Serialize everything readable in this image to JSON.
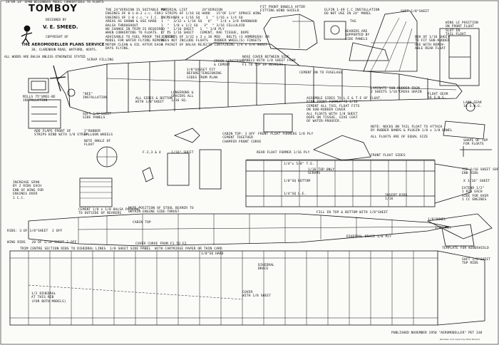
{
  "header": {
    "title": "TOMBOY",
    "span_note": "24\"OR 14\" SPAN BEGINNERS MODEL CONVERTIBLE TO FLOATS",
    "designed_by_label": "DESIGNED BY",
    "designer": "V. E. SMEED.",
    "copyright": "COPYRIGHT OF",
    "plans_service": "THE AEROMODELLER PLANS SERVICE",
    "address": "38, CLARENDON ROAD, WATFORD, HERTS.",
    "note_woods": "ALL WOODS ARE BALSA UNLESS OTHERWISE STATED"
  },
  "notes": {
    "version": "THE 24\"VERSION IS SUITABLE FOR\nENGINES OF 0·1-0·2 c.c. FOR\nENGINES OF 1·0 c.c.'s I.C. INCREASE\nAREAS AS SHOWN & USE HARD\nBALSA THROUGHOUT\nNO CHANGE IN TRIM IS REQUIRED\nWHEN CONVERTING TO FLOATS. IT IS\nADVISABLE TO FUEL PROOF THE ENTIRE\nMODEL FOR WATER FLYING REMOVE\nMOTOR CLEAN & OIL AFTER EACH\nDAYS FLYING.",
    "materials": "MATERIAL LIST       24\"VERSION\n3 STRIPS OF 1/16 SQ HARD   15\"OF 1/4\" SPRUCE WING\n1  \"  1/8 x 1/16 SQ   1  \" 1/16 x 1/4 SQ\n1  \"  3/32 x 1/16 SQ   6\"  \" 1/4 x 3/8 HARDWOOD\n1  \"  1/8 x 1/2 SQ   3\"  \" 3/16 CELLULOID\n1  \"  1/16 SHEET   1  \" 1/8 PLY\n1  \"  1/16 SHEET   CEMENT, RAE TISSUE, DOPE\n2 SHEETS OF 3/32 x 3 x 36 MED   BOLTS (3 ARMBRUSH) OR\nDOES NOT INCLUDE FLOATS   RUBBER WHEEL(S) FINSETS\nA PACKET OF BALSA REJECTS CONTAINING 1/4 x 1/4 SHEET",
    "float_note": "FIT FRONT DOWELS AFTER\nFITTING WIND SHIELD.",
    "elfin_note": "ELFIN 1·49 C.C INSTALLATION\nDO NOT USE IN 24\" MODEL",
    "tag": "TAG",
    "bearers": "BEARERS ARE\nSUPPORTED BY\nSIDE PANELS",
    "nose_cover": "NOSE COVER BETWEEN SIDE\nPANELS WITH 1/8 SHEET FROM\nF1 TO TOP OF BEARERS.",
    "cement": "CEMENT ON TO FUSELAGE",
    "rudder": "LAMINATE SUB RUDDER FROM\n2 SHEETS 1/16\"CROSS GRAIN",
    "soft_sheet": "SOFT 1/8\"SHEET",
    "box_fin": "BOX OF 1/16 SHEET\nTO FIT SUB-RUDDER\nUSE WITH REMOV-\nABLE REAR FLOAT",
    "wing_pos": "WING LE POSITION\nON FRONT FLOAT\nSLOT IN\nTAIL FLOAT",
    "assemble": "ASSEMBLE SIDES TO L.E & T.E OF FLOAT.\nBIND FRONT FORMER TO 1/16\nCEMENT ALL TAIL FLOAT FITS\nON SUB-RUDDER COVER\nALL FLOATS WITH 1/8 SHEET\nDOPE ON TISSUE, GIVE COAT\nOF WATER-PROOFER.",
    "notches": "NOTE: NOCKS ON TAIL FLOAT TO ATTACH\nBY RUBBER BANDS & PLUGIN 1/8 x 1/8 DOWEL",
    "floats_equal": "ALL FLOATS ARE OF EQUAL SIZE",
    "float_gear": "FLOAT GEAR\n16 S.W.G.",
    "land_gear": "LAND GEAR\n16 S.W.G.",
    "tail_float": "SHAPE OF TOP\nFOR FLOATS",
    "crack": "CRACK LONGERONS\n& CEMENT",
    "gusset": "1/8\"GUSSET FIT\nBEFORE TENSIONING\nSIDES FROM PLAN",
    "longerons": "LONGERONS &\nSPACERS ALL\n1/16 SQ.",
    "sides_bottom": "ALL SIDES & BOTTOM\nWITH 1/8\"SHEET",
    "shape": "SHAPE",
    "bee": "BEE",
    "bee_install": "\"BEE\"\nINSTALLATION",
    "mills": "MILLS 75\"SMEE-BE\nINSTALLATION",
    "scrap": "SCRAP FILLING",
    "soft_side": "SOFT 1/8\"SHEET\nSIDE PANELS",
    "float_front": "ADD FLAPS FRONT OF\nSTRIPS BIND WITH 1/8 STRIP",
    "angle": "NOTE ANGLE OF\nFLOAT",
    "balloon": "2\"RUBBER\nBALLOON WHEELS",
    "f_sheet": "F.2,3 & 4     1/16\" SHEET",
    "cabin": "CABIN TOP: 3 OFF\nCEMENT TOGETHER\nCHAMFER FRONT CURVE",
    "front_float": "FRONT FLOAT FORMERS 1/8 PLY",
    "rear_float": "REAR FLOAT FORMER 1/16 PLY",
    "float_sides": "FRONT FLOAT SIDES",
    "cement_block": "CEMENT 1/8 x 1/8 BALSA PACKING\nTO OUTSIDE OF BEARERS",
    "note_pos": "NOTE POSITION OF STOOL BEARER TO\nOBTAIN ENGINE SIDE-THRUST",
    "increase": "INCREASE SPAN\nBY 2 RIBS EACH\nEND OF WING FOR\nENGINES OVER\n1 C.C.",
    "extend": "EXTEND 1/2\"\n1 RIB EACH\nSIDE FOR OVER\n1 CC ENGINES",
    "tip_ribs": "TIP 1/16 SHEET SOFT\nEND RIBS",
    "inset_ribs": "INSERT RIBS\n1/16",
    "dihedral": "DIHEDRAL BRACE 1/8 PLY",
    "dihedral2": "DIHEDRAL\nBRACE",
    "cover": "COVER\nWITH 1/8 SHEET",
    "fill": "FILL IN TOP & BOTTOM WITH 1/8\"SHEET",
    "dowel": "1/8\"DOWEL",
    "cabin_top": "CABIN TOP",
    "cover_curve": "COVER CURVE FROM F1 TO F2",
    "trim_cement": "TRIM CENTRE SECTION RIBS TO DIHEDRAL LINES  1/8 SHEET SIDE PANEL  WITH CARTRIDGE PAPER OR THIN CARD",
    "template": "TEMPLATE FOR WINDSHIELD",
    "ribs": "RIBS: 3 OF 1/8\"SHEET  2 OFF",
    "wing_ribs": "WING RIBS   20 OF 1/16\"SHEET 2 OFF",
    "soft_le": "SOFT 1/8\"SHEET\nTOP RIBS",
    "for_both": "1/2 DIHEDRAL\nAT THIS RIB\n(FOR BOTH MODELS)",
    "hard": "1/8\"SQ HARD",
    "te": "1/4\"x 5/8\" T.E.",
    "le": "1/4\"SQ L.E.",
    "bottom": "1/8\"SQ BOTTOM",
    "tip_only": "1/16 TOP ONLY\nSCRAPS",
    "ply": "1/8\" PLY",
    "x_sheet": "X 1/16\" SHEET"
  },
  "footer": {
    "published": "PUBLISHED NOVEMBER 1950 \"AEROMODELLER\" PET 338",
    "stamp": "Redrawn and copied by Mark Rickard"
  }
}
